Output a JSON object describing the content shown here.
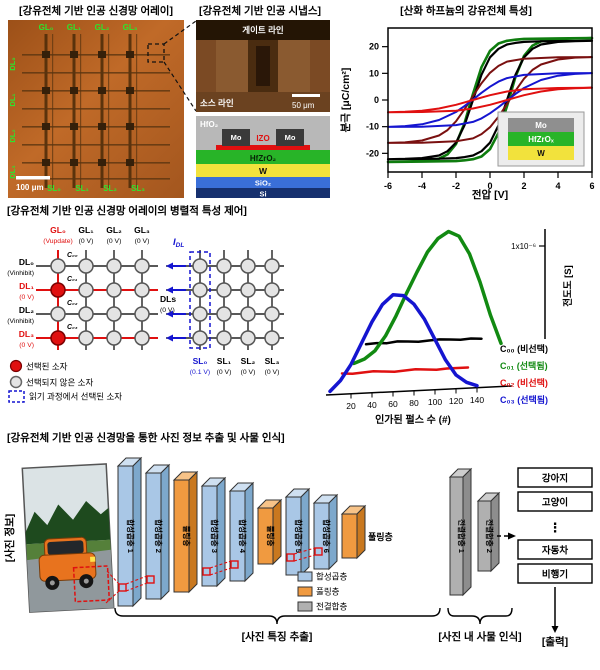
{
  "colors": {
    "red": "#e01010",
    "blue": "#1515d0",
    "green_label": "#2de52d",
    "conv": "#a9c7e6",
    "pool": "#f09a40",
    "fc": "#b0b0b0"
  },
  "top": {
    "array": {
      "title": "[강유전체 기반 인공 신경망 어레이]",
      "gl_labels": [
        "GL₀",
        "GL₁",
        "GL₂",
        "GL₃"
      ],
      "sl_labels": [
        "SL₀",
        "SL₁",
        "SL₂",
        "SL₃"
      ],
      "dl_labels": [
        "DL₀",
        "DL₁",
        "DL₂",
        "DL₃"
      ],
      "scale": "100 μm"
    },
    "synapse": {
      "title": "[강유전체 기반 인공 시냅스]",
      "gate": "게이트 라인",
      "source": "소스 라인",
      "scale": "50 μm",
      "layers": {
        "hfo2": "HfO₂",
        "mo1": "Mo",
        "izo": "IZO",
        "mo2": "Mo",
        "hzo": "HfZrO₂",
        "w": "W",
        "sio2": "SiO₂",
        "si": "Si"
      }
    },
    "pv": {
      "inset": [
        "Mo",
        "HfZrOₓ",
        "W"
      ]
    }
  },
  "middle": {
    "title": "[강유전체 기반 인공 신경망 어레이의 병렬적 특성 제어]",
    "update": {
      "gl": [
        {
          "name": "GL₀",
          "v": "(Vupdate)",
          "sel": true
        },
        {
          "name": "GL₁",
          "v": "(0 V)",
          "sel": false
        },
        {
          "name": "GL₂",
          "v": "(0 V)",
          "sel": false
        },
        {
          "name": "GL₃",
          "v": "(0 V)",
          "sel": false
        }
      ],
      "dl": [
        {
          "name": "DL₀",
          "v": "(Vinhibit)",
          "sel": false
        },
        {
          "name": "DL₁",
          "v": "(0 V)",
          "sel": true
        },
        {
          "name": "DL₂",
          "v": "(Vinhibit)",
          "sel": false
        },
        {
          "name": "DL₃",
          "v": "(0 V)",
          "sel": true
        }
      ],
      "cells": [
        "C₀₀",
        "C₀₁",
        "C₀₂",
        "C₀₃"
      ],
      "dls_name": "DLs",
      "dls_v": "(0 V)"
    },
    "read": {
      "sl": [
        {
          "name": "SL₀",
          "v": "(0.1 V)",
          "sel": true
        },
        {
          "name": "SL₁",
          "v": "(0 V)",
          "sel": false
        },
        {
          "name": "SL₂",
          "v": "(0 V)",
          "sel": false
        },
        {
          "name": "SL₃",
          "v": "(0 V)",
          "sel": false
        }
      ],
      "idl": "I",
      "idl_sub": "DL"
    },
    "legend": [
      {
        "label": "선택된 소자"
      },
      {
        "label": "선택되지 않은 소자"
      },
      {
        "label": "읽기 과정에서 선택된 소자"
      }
    ]
  },
  "bottom": {
    "title": "[강유전체 기반 인공 신경망을 통한 사진 정보 추출 및 사물 인식]",
    "photo_label": "[사진 정보]",
    "layers": [
      {
        "label": "합성곱층 1",
        "type": "conv",
        "h": 140
      },
      {
        "label": "합성곱층 2",
        "type": "conv",
        "h": 126
      },
      {
        "label": "풀링층",
        "type": "pool",
        "h": 112
      },
      {
        "label": "합성곱층 3",
        "type": "conv",
        "h": 100
      },
      {
        "label": "합성곱층 4",
        "type": "conv",
        "h": 90
      },
      {
        "label": "풀링층",
        "type": "pool",
        "h": 56
      },
      {
        "label": "합성곱층 5",
        "type": "conv",
        "h": 78
      },
      {
        "label": "합성곱층 6",
        "type": "conv",
        "h": 66
      },
      {
        "label": "풀링층",
        "type": "pool",
        "h": 44,
        "horizontal_label": true
      }
    ],
    "fc": [
      {
        "label": "전결합층 1",
        "h": 118
      },
      {
        "label": "전결합층 2",
        "h": 70
      }
    ],
    "outputs": [
      "강아지",
      "고양이",
      "⋮",
      "자동차",
      "비행기"
    ],
    "legend": [
      {
        "label": "합성곱층",
        "type": "conv"
      },
      {
        "label": "풀링층",
        "type": "pool"
      },
      {
        "label": "전결합층",
        "type": "fc"
      }
    ],
    "captions": [
      "[사진 특징 추출]",
      "[사진 내 사물 인식]",
      "[출력]"
    ]
  },
  "chart_data": [
    {
      "type": "line",
      "title": "[산화 하프늄의 강유전체 특성]",
      "xlabel": "전압 [V]",
      "ylabel": "분극 [μC/cm²]",
      "xlim": [
        -6,
        6
      ],
      "ylim": [
        -27,
        27
      ],
      "xticks": [
        -6,
        -4,
        -2,
        0,
        2,
        4,
        6
      ],
      "yticks": [
        -20,
        -10,
        0,
        10,
        20
      ],
      "series": [
        {
          "name": "cycle-green",
          "color": "#0f7d0f",
          "w": 2.6,
          "half": [
            [
              -6,
              -23.2
            ],
            [
              -4,
              -23.1
            ],
            [
              -3,
              -23
            ],
            [
              -2,
              -22.9
            ],
            [
              -1.5,
              -22.6
            ],
            [
              -1,
              -22.2
            ],
            [
              -0.5,
              -21.2
            ],
            [
              0,
              -18.4
            ],
            [
              0.5,
              -12.3
            ],
            [
              1,
              -2.3
            ],
            [
              1.5,
              8.7
            ],
            [
              2,
              16.5
            ],
            [
              2.5,
              20.4
            ],
            [
              3,
              22
            ],
            [
              4,
              22.9
            ],
            [
              5,
              23.1
            ],
            [
              6,
              23.2
            ]
          ]
        },
        {
          "name": "cycle-black",
          "color": "#000000",
          "w": 2.2,
          "half": [
            [
              -6,
              -22.2
            ],
            [
              -4,
              -22.1
            ],
            [
              -3,
              -22
            ],
            [
              -2,
              -21.8
            ],
            [
              -1.5,
              -21.4
            ],
            [
              -1,
              -20.8
            ],
            [
              -0.5,
              -19.2
            ],
            [
              0,
              -16
            ],
            [
              0.5,
              -9.5
            ],
            [
              1,
              0
            ],
            [
              1.5,
              9.5
            ],
            [
              2,
              16
            ],
            [
              2.5,
              19.2
            ],
            [
              3,
              20.8
            ],
            [
              4,
              21.8
            ],
            [
              5,
              22.1
            ],
            [
              6,
              22.2
            ]
          ]
        },
        {
          "name": "cycle-maroon",
          "color": "#7a1010",
          "w": 2,
          "half": [
            [
              -6,
              -16.1
            ],
            [
              -4,
              -16
            ],
            [
              -2,
              -15.5
            ],
            [
              -1,
              -14.4
            ],
            [
              -0.5,
              -12.8
            ],
            [
              0,
              -10.2
            ],
            [
              0.5,
              -6.3
            ],
            [
              1,
              -1.5
            ],
            [
              1.5,
              3.5
            ],
            [
              2,
              8
            ],
            [
              2.5,
              11.3
            ],
            [
              3,
              13.3
            ],
            [
              4,
              15.2
            ],
            [
              5,
              15.9
            ],
            [
              6,
              16.1
            ]
          ]
        },
        {
          "name": "cycle-blue",
          "color": "#1515d0",
          "w": 2,
          "half": [
            [
              -6,
              -10.1
            ],
            [
              -4,
              -10
            ],
            [
              -2,
              -9.4
            ],
            [
              -1,
              -8.2
            ],
            [
              -0.5,
              -6.9
            ],
            [
              0,
              -5
            ],
            [
              0.5,
              -2.7
            ],
            [
              1,
              -0.2
            ],
            [
              1.5,
              2.3
            ],
            [
              2,
              4.5
            ],
            [
              3,
              7.5
            ],
            [
              4,
              9.1
            ],
            [
              5,
              9.8
            ],
            [
              6,
              10.1
            ]
          ]
        },
        {
          "name": "cycle-red",
          "color": "#e01010",
          "w": 2,
          "half": [
            [
              -6,
              -4.6
            ],
            [
              -4,
              -4.5
            ],
            [
              -2,
              -4
            ],
            [
              -1,
              -3.2
            ],
            [
              0,
              -1.8
            ],
            [
              0.5,
              -0.9
            ],
            [
              1,
              0
            ],
            [
              1.5,
              0.9
            ],
            [
              2,
              1.8
            ],
            [
              3,
              3.2
            ],
            [
              4,
              4
            ],
            [
              5,
              4.4
            ],
            [
              6,
              4.6
            ]
          ]
        }
      ]
    },
    {
      "type": "line",
      "xlabel": "인가된 펄스 수 (#)",
      "ylabel": "전도도 [S]",
      "ytick": "1x10⁻⁶",
      "xticks": [
        20,
        40,
        60,
        80,
        100,
        120,
        140
      ],
      "xlim": [
        0,
        150
      ],
      "x_step": 10,
      "series": [
        {
          "name": "C₀₀ (비선택)",
          "color": "#000000",
          "depth": 3,
          "w": 2.5,
          "values": [
            0.06,
            0.065,
            0.06,
            0.07,
            0.065,
            0.06,
            0.065,
            0.07,
            0.065,
            0.06,
            0.065,
            0.06
          ]
        },
        {
          "name": "C₀₁ (선택됨)",
          "color": "#128a12",
          "depth": 2,
          "w": 3.5,
          "values": [
            0.02,
            0.05,
            0.11,
            0.22,
            0.37,
            0.54,
            0.7,
            0.85,
            0.95,
            1.0,
            0.96,
            0.82,
            0.6,
            0.34,
            0.12
          ]
        },
        {
          "name": "C₀₂ (비선택)",
          "color": "#e01010",
          "depth": 1,
          "w": 2.5,
          "values": [
            0.05,
            0.045,
            0.05,
            0.055,
            0.05,
            0.045,
            0.05,
            0.055,
            0.05,
            0.045,
            0.05,
            0.05,
            0.05
          ]
        },
        {
          "name": "C₀₃ (선택됨)",
          "color": "#1515d0",
          "depth": 0,
          "w": 3.5,
          "values": [
            0.02,
            0.1,
            0.22,
            0.38,
            0.54,
            0.67,
            0.74,
            0.73,
            0.66,
            0.54,
            0.38,
            0.22,
            0.1,
            0.04,
            0.01
          ]
        }
      ]
    }
  ]
}
